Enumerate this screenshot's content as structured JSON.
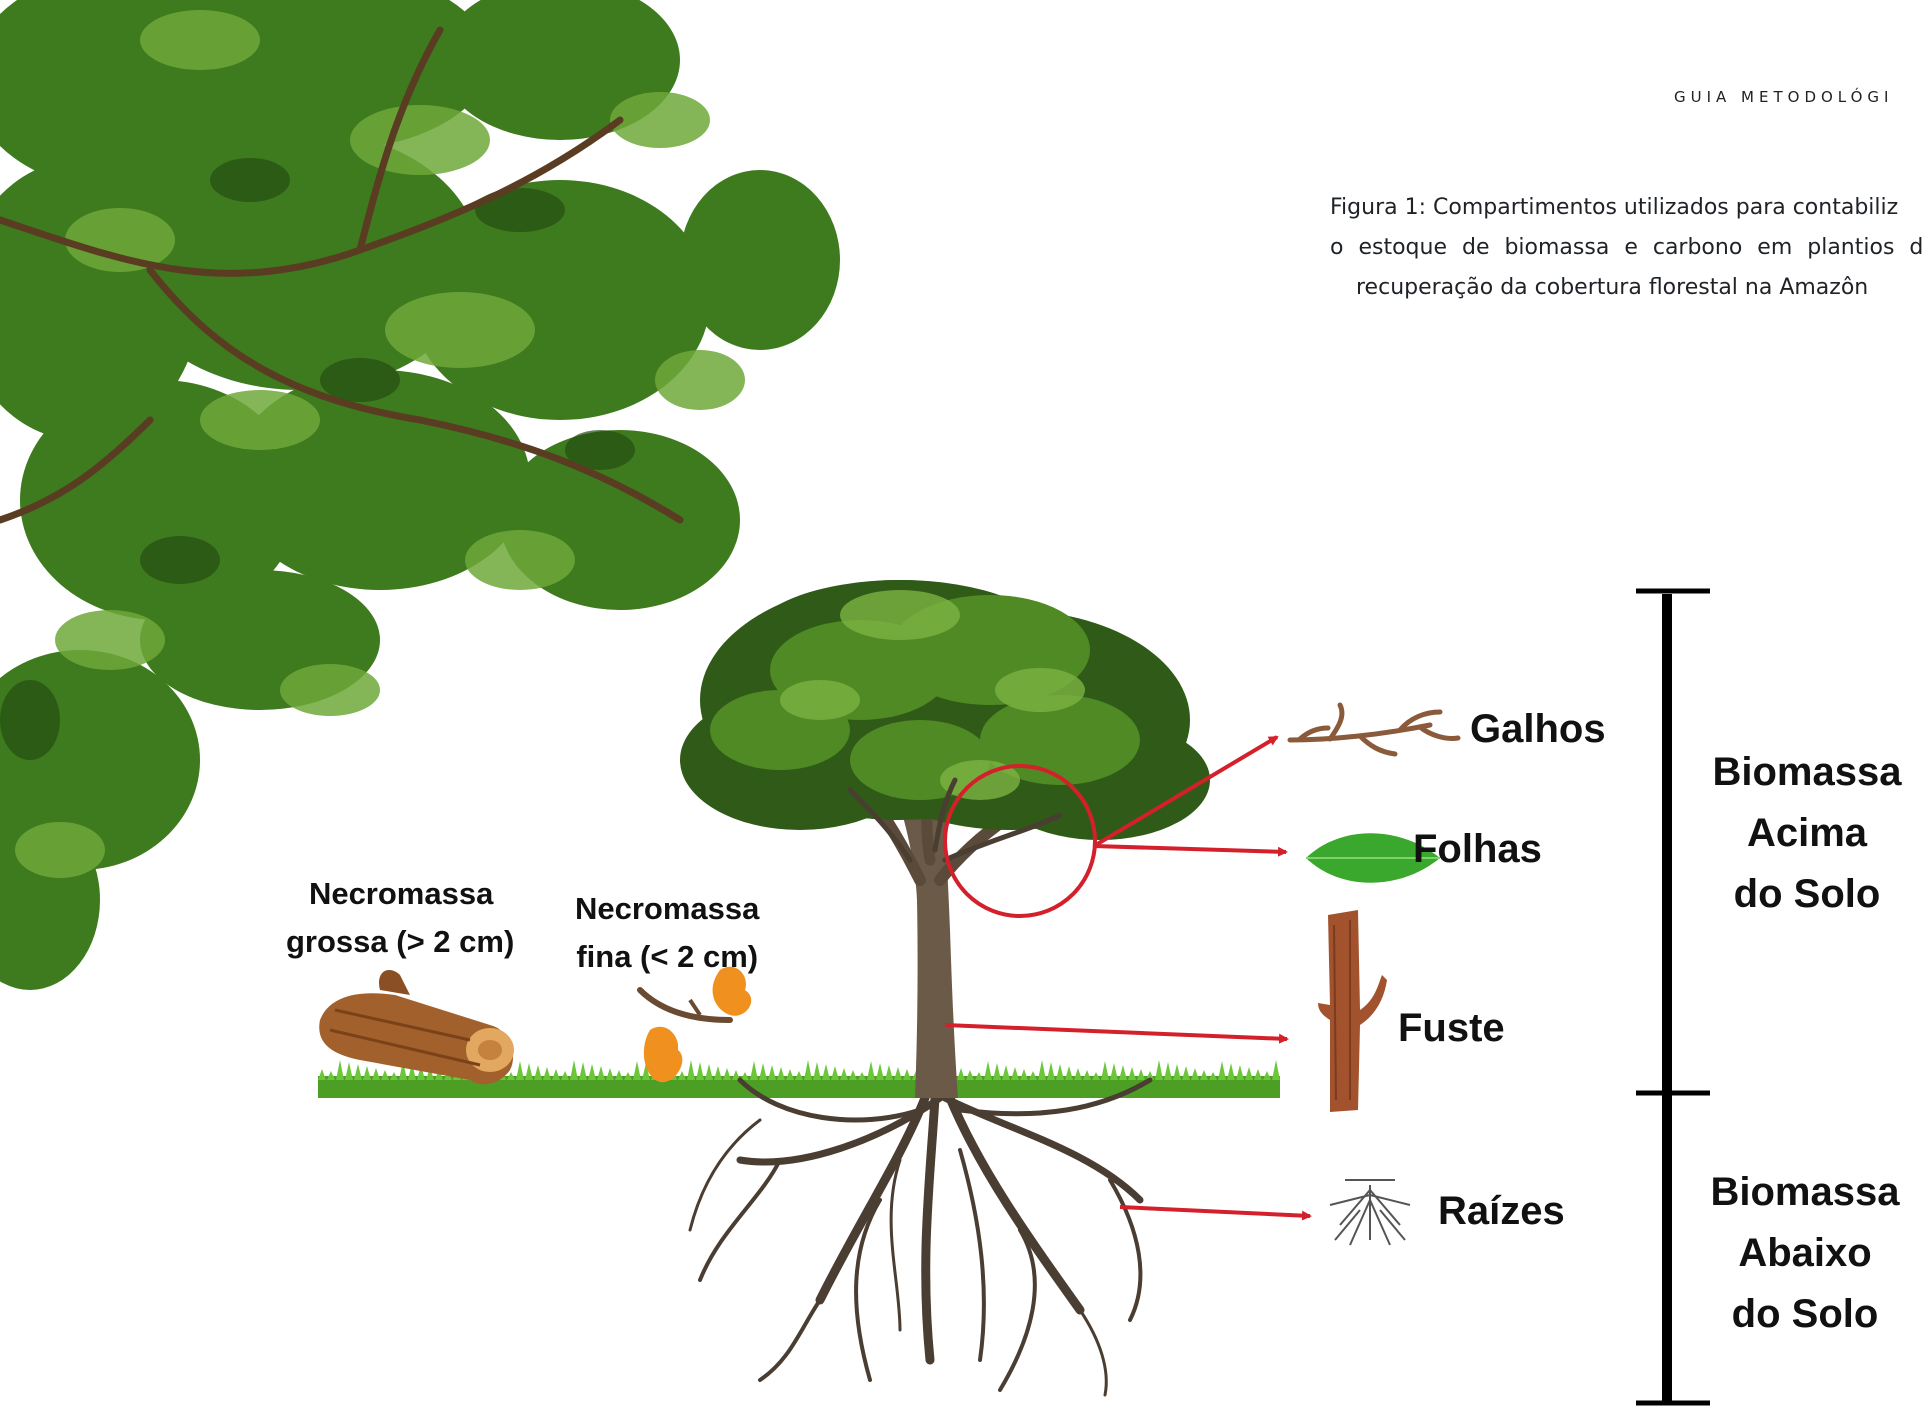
{
  "header": {
    "text": "Guia metodológi"
  },
  "caption": {
    "lines": [
      "Figura 1: Compartimentos utilizados para contabiliz",
      "o estoque de biomassa e carbono em plantios d",
      "recuperação da cobertura florestal na Amazôn"
    ]
  },
  "diagram": {
    "compartments": {
      "galhos": "Galhos",
      "folhas": "Folhas",
      "fuste": "Fuste",
      "raizes": "Raízes"
    },
    "necromassa_grossa": {
      "line1": "Necromassa",
      "line2": "grossa (> 2 cm)"
    },
    "necromassa_fina": {
      "line1": "Necromassa",
      "line2": "fina (< 2 cm)"
    },
    "biomassa_acima": {
      "line1": "Biomassa",
      "line2": "Acima",
      "line3": "do Solo"
    },
    "biomassa_abaixo": {
      "line1": "Biomassa",
      "line2": "Abaixo",
      "line3": "do Solo"
    }
  },
  "colors": {
    "arrow": "#d4202a",
    "leaf_dark": "#2f5a17",
    "leaf_mid": "#4f8a24",
    "leaf_light": "#7cb342",
    "grass": "#58b02f",
    "trunk": "#6b5a48",
    "root": "#4a3d32",
    "wood": "#a2522d",
    "orange_leaf": "#f0901e"
  },
  "icons": [
    "branch-icon",
    "leaf-icon",
    "trunk-icon",
    "root-icon",
    "log-icon",
    "fine-litter-icon"
  ]
}
